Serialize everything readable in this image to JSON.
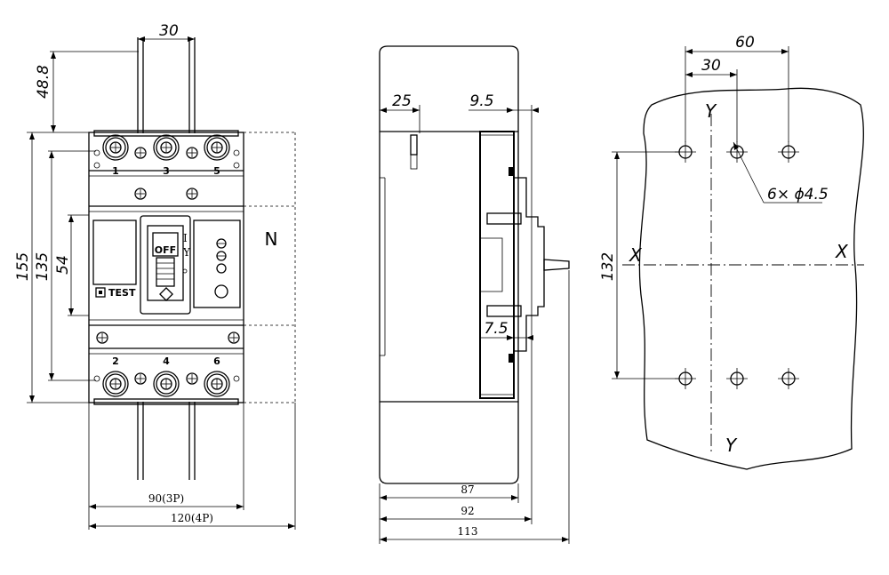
{
  "front_view": {
    "dimensions": {
      "terminal_pitch": "30",
      "lead_length": "48.8",
      "overall_height": "155",
      "mounting_height": "135",
      "window_height": "54",
      "width_3p": "90(3P)",
      "width_4p": "120(4P)"
    },
    "terminal_labels_top": [
      "1",
      "3",
      "5"
    ],
    "terminal_labels_bottom": [
      "2",
      "4",
      "6"
    ],
    "handle_label": "OFF",
    "test_button": "TEST",
    "neutral_label": "N"
  },
  "side_view": {
    "dimensions": {
      "terminal_offset": "25",
      "face_offset": "9.5",
      "step": "7.5",
      "body_depth": "87",
      "depth_to_face": "92",
      "overall_depth": "113"
    }
  },
  "mounting_view": {
    "dimensions": {
      "span_outer": "60",
      "span_inner": "30",
      "vertical_span": "132",
      "holes": "6× ϕ4.5"
    },
    "axis_labels": {
      "x_left": "X",
      "x_right": "X",
      "y_top": "Y",
      "y_bottom": "Y"
    }
  }
}
